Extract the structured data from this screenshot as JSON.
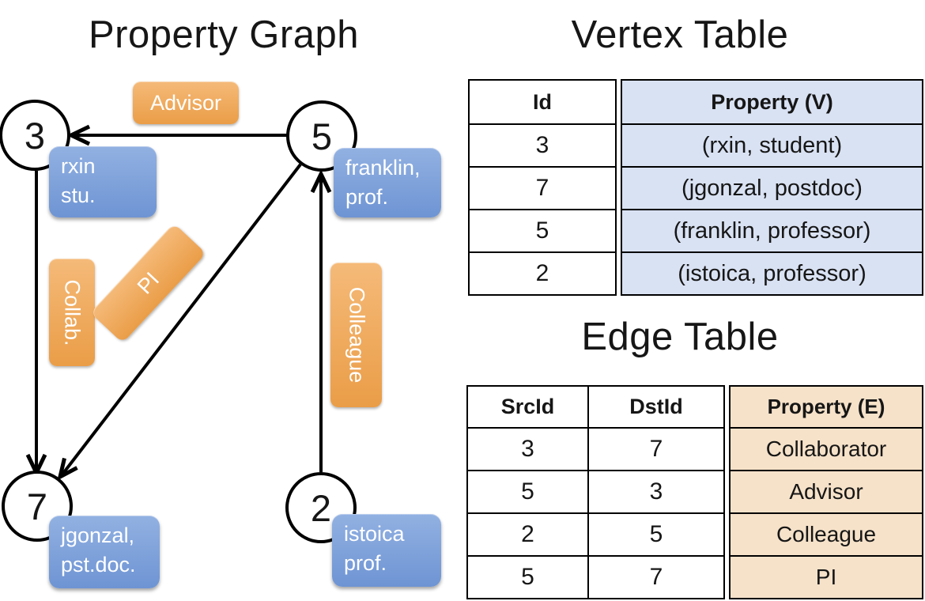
{
  "graph": {
    "title": "Property Graph",
    "nodes": [
      {
        "id": "3",
        "property": [
          "rxin",
          "stu."
        ]
      },
      {
        "id": "5",
        "property": [
          "franklin,",
          "prof."
        ]
      },
      {
        "id": "7",
        "property": [
          "jgonzal,",
          "pst.doc."
        ]
      },
      {
        "id": "2",
        "property": [
          "istoica",
          "prof."
        ]
      }
    ],
    "edge_labels": {
      "advisor": "Advisor",
      "collab": "Collab.",
      "pi": "PI",
      "colleague": "Colleague"
    }
  },
  "vertex_table": {
    "title": "Vertex Table",
    "columns": [
      "Id",
      "Property (V)"
    ],
    "rows": [
      [
        "3",
        "(rxin, student)"
      ],
      [
        "7",
        "(jgonzal, postdoc)"
      ],
      [
        "5",
        "(franklin, professor)"
      ],
      [
        "2",
        "(istoica, professor)"
      ]
    ]
  },
  "edge_table": {
    "title": "Edge Table",
    "columns": [
      "SrcId",
      "DstId",
      "Property (E)"
    ],
    "rows": [
      [
        "3",
        "7",
        "Collaborator"
      ],
      [
        "5",
        "3",
        "Advisor"
      ],
      [
        "2",
        "5",
        "Colleague"
      ],
      [
        "5",
        "7",
        "PI"
      ]
    ]
  },
  "colors": {
    "edge_label_orange": "#eda24f",
    "vertex_box_blue": "#7d9fd7",
    "vertex_table_fill": "#d9e2f3",
    "edge_table_fill": "#f6e2c9",
    "line_black": "#000000"
  }
}
